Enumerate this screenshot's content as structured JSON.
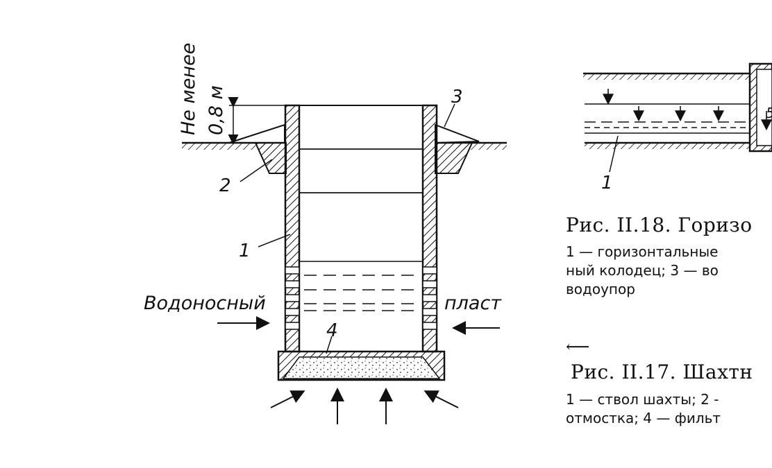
{
  "left_figure": {
    "depth_label_line1": "Не менее",
    "depth_label_line2": "0,8 м",
    "callout_1": "1",
    "callout_2": "2",
    "callout_3": "3",
    "callout_4": "4",
    "aquifer_left": "Водоносный",
    "aquifer_right": "пласт"
  },
  "right_figure": {
    "callout_1": "1",
    "callout_5_partial": "5"
  },
  "caption_18": {
    "title": "Рис. II.18. Горизо",
    "line1": "1 — горизонтальные",
    "line2": "ный колодец; 3 — во",
    "line3": "водоупор"
  },
  "caption_17": {
    "arrow": "⟵",
    "title": "Рис. II.17. Шахтн",
    "line1": "1 — ствол шахты; 2 -",
    "line2": "отмостка; 4 — фильт"
  }
}
